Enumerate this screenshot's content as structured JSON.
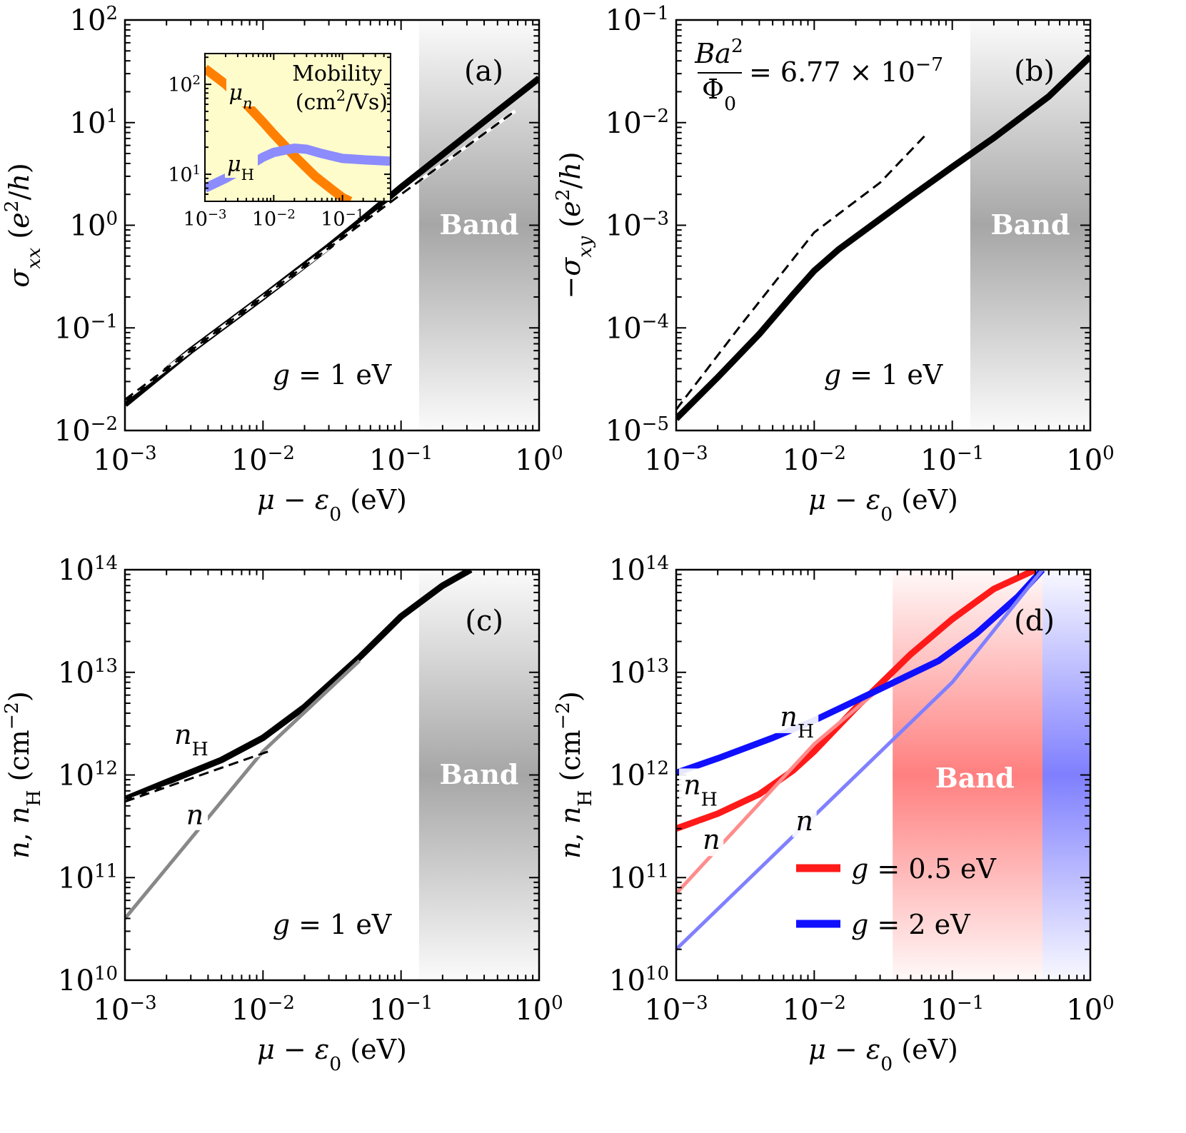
{
  "colors": {
    "black": "#000000",
    "gray_line": "#888888",
    "band_gray": "#a6a6a6",
    "band_red": "#ff7f7f",
    "band_blue": "#7f7fff",
    "red": "#ff1a1a",
    "red_light": "#ff8c8c",
    "blue": "#1010ff",
    "blue_light": "#8080ff",
    "orange": "#ff8000",
    "lavender": "#8c8cff",
    "inset_bg": "#fffccc"
  },
  "chart_data": [
    {
      "id": "a",
      "type": "line",
      "panel_label": "(a)",
      "xlabel_parts": [
        "μ",
        " − ",
        "ε",
        "0",
        "  (eV)"
      ],
      "ylabel_parts": [
        "σ",
        "xx",
        "  (",
        "e",
        "2",
        "/",
        "h",
        ")"
      ],
      "xlim": [
        0.001,
        1
      ],
      "ylim": [
        0.01,
        100
      ],
      "xscale": "log",
      "yscale": "log",
      "x_tick_exponents": [
        -3,
        -2,
        -1,
        0
      ],
      "y_tick_exponents": [
        -2,
        -1,
        0,
        1,
        2
      ],
      "band_label": "Band",
      "band_start": 0.135,
      "band_color": "#a6a6a6",
      "annotation": "g = 1 eV",
      "annotation_parts": [
        "g",
        " = 1 eV"
      ],
      "series": [
        {
          "style": "solid",
          "color": "#000000",
          "width": 9,
          "x": [
            0.001,
            0.003,
            0.01,
            0.03,
            0.05,
            0.1,
            0.2,
            0.5,
            1.0
          ],
          "y": [
            0.018,
            0.06,
            0.2,
            0.62,
            1.08,
            2.35,
            4.9,
            13.0,
            27.0
          ]
        },
        {
          "style": "dashed",
          "color": "#000000",
          "width": 3,
          "x": [
            0.001,
            0.01,
            0.1,
            0.67
          ],
          "y": [
            0.02,
            0.2,
            2.0,
            13.0
          ]
        }
      ],
      "inset": {
        "title_line1": "Mobility",
        "title_line2_parts": [
          "(cm",
          "2",
          "/Vs)"
        ],
        "xlim": [
          0.001,
          0.5
        ],
        "ylim": [
          5,
          220
        ],
        "x_tick_exponents": [
          -3,
          -2,
          -1
        ],
        "y_tick_exponents": [
          1,
          2
        ],
        "series": [
          {
            "name_parts": [
              "μ",
              "n"
            ],
            "color": "#ff8000",
            "x": [
              0.001,
              0.002,
              0.004,
              0.007,
              0.01,
              0.02,
              0.04,
              0.07,
              0.1,
              0.13
            ],
            "y": [
              150,
              100,
              60,
              38,
              28,
              16,
              9.5,
              6.8,
              5.5,
              5.0
            ]
          },
          {
            "name_parts": [
              "μ",
              "H"
            ],
            "color": "#8c8cff",
            "x": [
              0.001,
              0.002,
              0.004,
              0.007,
              0.01,
              0.02,
              0.03,
              0.05,
              0.1,
              0.2,
              0.5
            ],
            "y": [
              7,
              9,
              12,
              15.5,
              17.5,
              19.5,
              19.0,
              17.0,
              15.0,
              14.5,
              14.0
            ]
          }
        ]
      }
    },
    {
      "id": "b",
      "type": "line",
      "panel_label": "(b)",
      "xlabel_parts": [
        "μ",
        " − ",
        "ε",
        "0",
        "  (eV)"
      ],
      "ylabel_parts": [
        "−σ",
        "xy",
        "  (",
        "e",
        "2",
        "/",
        "h",
        ")"
      ],
      "xlim": [
        0.001,
        1
      ],
      "ylim": [
        1e-05,
        0.1
      ],
      "xscale": "log",
      "yscale": "log",
      "x_tick_exponents": [
        -3,
        -2,
        -1,
        0
      ],
      "y_tick_exponents": [
        -5,
        -4,
        -3,
        -2,
        -1
      ],
      "band_label": "Band",
      "band_start": 0.135,
      "band_color": "#a6a6a6",
      "annotation": "g = 1 eV",
      "annotation_parts": [
        "g",
        " = 1 eV"
      ],
      "formula_parts": {
        "num": "Ba",
        "num_sup": "2",
        "den": "Φ",
        "den_sub": "0",
        "rhs": "= 6.77 × 10",
        "rhs_sup": "−7"
      },
      "series": [
        {
          "style": "solid",
          "color": "#000000",
          "width": 9,
          "x": [
            0.001,
            0.002,
            0.004,
            0.007,
            0.01,
            0.015,
            0.02,
            0.05,
            0.1,
            0.2,
            0.5,
            1.0
          ],
          "y": [
            1.3e-05,
            3.3e-05,
            8.7e-05,
            0.00021,
            0.00036,
            0.00058,
            0.00077,
            0.0019,
            0.0037,
            0.0071,
            0.018,
            0.044
          ]
        },
        {
          "style": "dashed",
          "color": "#000000",
          "width": 3,
          "x": [
            0.001,
            0.003,
            0.01,
            0.03,
            0.066
          ],
          "y": [
            1.6e-05,
            0.00011,
            0.00085,
            0.0026,
            0.0079
          ]
        }
      ]
    },
    {
      "id": "c",
      "type": "line",
      "panel_label": "(c)",
      "xlabel_parts": [
        "μ",
        " − ",
        "ε",
        "0",
        "  (eV)"
      ],
      "ylabel_parts": [
        "n",
        ", ",
        "n",
        "H",
        "  (cm",
        "−2",
        ")"
      ],
      "xlim": [
        0.001,
        1
      ],
      "ylim": [
        10000000000.0,
        100000000000000.0
      ],
      "xscale": "log",
      "yscale": "log",
      "x_tick_exponents": [
        -3,
        -2,
        -1,
        0
      ],
      "y_tick_exponents": [
        10,
        11,
        12,
        13,
        14
      ],
      "band_label": "Band",
      "band_start": 0.135,
      "band_color": "#a6a6a6",
      "annotation": "g = 1 eV",
      "annotation_parts": [
        "g",
        " = 1 eV"
      ],
      "series": [
        {
          "name_parts": [
            "n",
            "H"
          ],
          "style": "solid",
          "color": "#000000",
          "width": 9,
          "x": [
            0.001,
            0.002,
            0.005,
            0.01,
            0.02,
            0.05,
            0.1,
            0.2,
            0.32
          ],
          "y": [
            580000000000.0,
            850000000000.0,
            1400000000000.0,
            2300000000000.0,
            4600000000000.0,
            14000000000000.0,
            35000000000000.0,
            70000000000000.0,
            100000000000000.0
          ]
        },
        {
          "name_parts": [
            "n"
          ],
          "style": "solid",
          "color": "#888888",
          "width": 5,
          "x": [
            0.001,
            0.01,
            0.05
          ],
          "y": [
            40000000000.0,
            1700000000000.0,
            13000000000000.0
          ]
        },
        {
          "style": "dashed",
          "color": "#000000",
          "width": 3,
          "x": [
            0.001,
            0.011
          ],
          "y": [
            550000000000.0,
            1700000000000.0
          ]
        }
      ]
    },
    {
      "id": "d",
      "type": "line",
      "panel_label": "(d)",
      "xlabel_parts": [
        "μ",
        " − ",
        "ε",
        "0",
        "  (eV)"
      ],
      "ylabel_parts": [
        "n",
        ", ",
        "n",
        "H",
        "  (cm",
        "−2",
        ")"
      ],
      "xlim": [
        0.001,
        1
      ],
      "ylim": [
        10000000000.0,
        100000000000000.0
      ],
      "xscale": "log",
      "yscale": "log",
      "x_tick_exponents": [
        -3,
        -2,
        -1,
        0
      ],
      "y_tick_exponents": [
        10,
        11,
        12,
        13,
        14
      ],
      "band_label": "Band",
      "band_red_start": 0.037,
      "band_blue_start": 0.45,
      "legend": [
        {
          "label_parts": [
            "g",
            " = 0.5 eV"
          ],
          "color": "#ff1a1a"
        },
        {
          "label_parts": [
            "g",
            " = 2 eV"
          ],
          "color": "#1010ff"
        }
      ],
      "series": [
        {
          "name_parts": [
            "n",
            "H"
          ],
          "color": "#ff1a1a",
          "width": 9,
          "x": [
            0.001,
            0.002,
            0.004,
            0.007,
            0.01,
            0.02,
            0.05,
            0.1,
            0.2,
            0.4
          ],
          "y": [
            300000000000.0,
            420000000000.0,
            650000000000.0,
            1100000000000.0,
            1700000000000.0,
            4500000000000.0,
            15000000000000.0,
            33000000000000.0,
            65000000000000.0,
            100000000000000.0
          ]
        },
        {
          "name_parts": [
            "n"
          ],
          "color": "#ff8c8c",
          "width": 5,
          "x": [
            0.001,
            0.01,
            0.03
          ],
          "y": [
            70000000000.0,
            2000000000000.0,
            7000000000000.0
          ]
        },
        {
          "name_parts": [
            "n",
            "H"
          ],
          "color": "#1010ff",
          "width": 9,
          "x": [
            0.001,
            0.002,
            0.005,
            0.01,
            0.02,
            0.04,
            0.08,
            0.15,
            0.3,
            0.45
          ],
          "y": [
            1050000000000.0,
            1450000000000.0,
            2300000000000.0,
            3400000000000.0,
            5300000000000.0,
            8300000000000.0,
            13000000000000.0,
            24000000000000.0,
            55000000000000.0,
            100000000000000.0
          ]
        },
        {
          "name_parts": [
            "n"
          ],
          "color": "#8080ff",
          "width": 5,
          "x": [
            0.001,
            0.01,
            0.1,
            0.45
          ],
          "y": [
            20000000000.0,
            400000000000.0,
            8000000000000.0,
            100000000000000.0
          ]
        }
      ]
    }
  ]
}
